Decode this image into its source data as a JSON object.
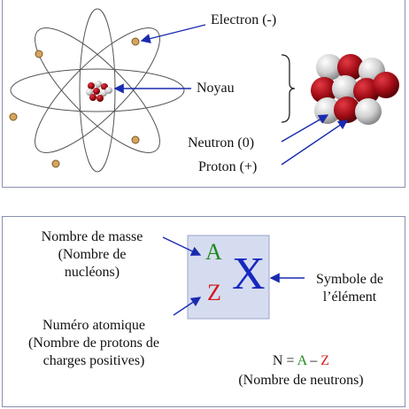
{
  "atom": {
    "electron_label": "Electron (-)",
    "noyau_label": "Noyau",
    "neutron_label": "Neutron (0)",
    "proton_label": "Proton (+)"
  },
  "notation": {
    "mass_label_line1": "Nombre de masse",
    "mass_label_line2": "(Nombre de",
    "mass_label_line3": "nucléons)",
    "atomic_label_line1": "Numéro atomique",
    "atomic_label_line2": "(Nombre de protons de",
    "atomic_label_line3": "charges positives)",
    "symbol_label_line1": "Symbole de",
    "symbol_label_line2": "l’élément",
    "A": "A",
    "Z": "Z",
    "X": "X",
    "formula_n": "N = ",
    "formula_a": "A",
    "formula_minus": " – ",
    "formula_z": "Z",
    "formula_note": "(Nombre de neutrons)"
  },
  "colors": {
    "arrow": "#1a2bb0",
    "box_fill": "#d6dcf0",
    "proton": "#a30d16",
    "neutron": "#c8c8c8",
    "electron": "#d7a460",
    "x_symbol": "#1728c0"
  }
}
